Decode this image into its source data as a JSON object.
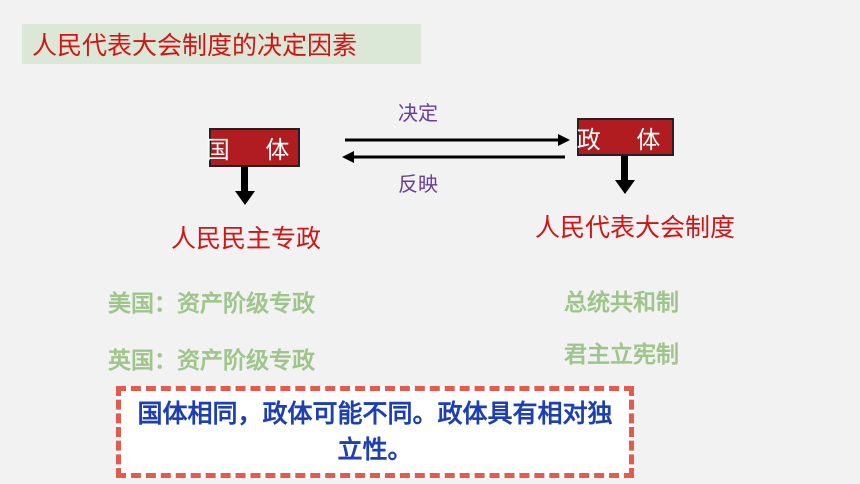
{
  "title": "人民代表大会制度的决定因素",
  "guoti": "国 体",
  "zhengti": "政 体",
  "decide_label": "决定",
  "reflect_label": "反映",
  "guoti_result": "人民民主专政",
  "zhengti_result": "人民代表大会制度",
  "usa_guoti": "美国：资产阶级专政",
  "uk_guoti": "英国：资产阶级专政",
  "usa_zhengti": "总统共和制",
  "uk_zhengti": "君主立宪制",
  "conclusion": "国体相同，政体可能不同。政体具有相对独立性。",
  "colors": {
    "title": "#d21414",
    "block_bg": "#b01c20",
    "purple": "#6a3d9a",
    "green": "#9fc58c",
    "blue": "#1d3fb0",
    "dashed_border": "#e35a4e"
  }
}
